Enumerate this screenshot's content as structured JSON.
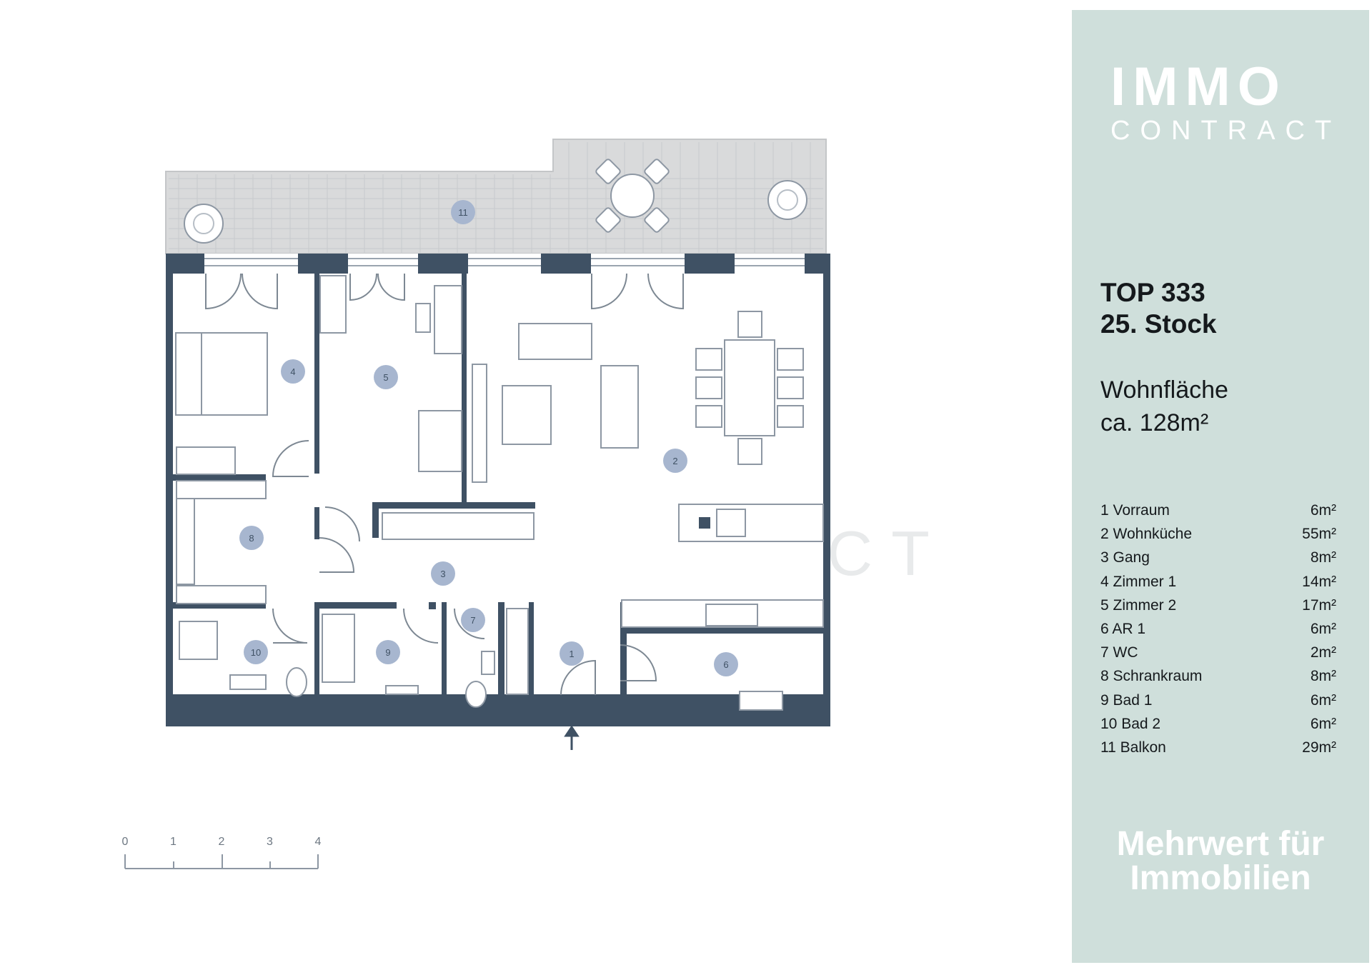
{
  "brand": {
    "name": "IMMO",
    "sub": "CONTRACT"
  },
  "listing": {
    "top": "TOP 333",
    "floor": "25. Stock",
    "area_label": "Wohnfläche",
    "area_value": "ca. 128m²"
  },
  "rooms": [
    {
      "label": "1 Vorraum",
      "area": "6m²"
    },
    {
      "label": "2 Wohnküche",
      "area": "55m²"
    },
    {
      "label": "3 Gang",
      "area": "8m²"
    },
    {
      "label": "4 Zimmer 1",
      "area": "14m²"
    },
    {
      "label": "5 Zimmer 2",
      "area": "17m²"
    },
    {
      "label": "6 AR 1",
      "area": "6m²"
    },
    {
      "label": "7 WC",
      "area": "2m²"
    },
    {
      "label": "8 Schrankraum",
      "area": "8m²"
    },
    {
      "label": "9 Bad 1",
      "area": "6m²"
    },
    {
      "label": "10 Bad 2",
      "area": "6m²"
    },
    {
      "label": "11 Balkon",
      "area": "29m²"
    }
  ],
  "slogan": {
    "line1": "Mehrwert für",
    "line2": "Immobilien"
  },
  "scale": {
    "ticks": [
      "0",
      "1",
      "2",
      "3",
      "4"
    ]
  },
  "plan_markers": [
    "1",
    "2",
    "3",
    "4",
    "5",
    "6",
    "7",
    "8",
    "9",
    "10",
    "11"
  ],
  "colors": {
    "wall": "#3f5164",
    "marker": "#a7b6cf",
    "balcony": "#d9dadb",
    "panel": "#cfdfdb"
  }
}
